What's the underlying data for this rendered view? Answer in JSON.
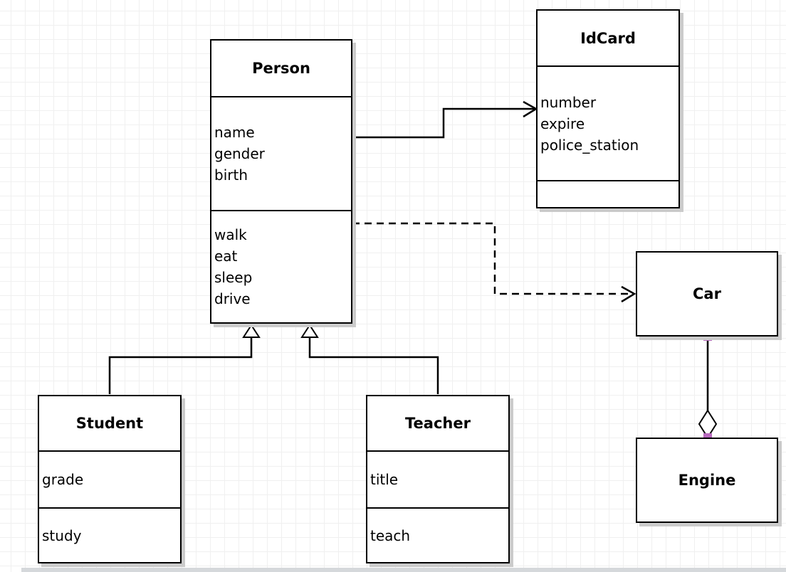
{
  "canvas": {
    "background": "#ffffff",
    "grid_color": "#f0f0f0",
    "scrollbar_color": "#d5d8db",
    "shadow_color": "#cbcbcb",
    "line_color": "#000000",
    "endpoint_handle_color": "#b86abe"
  },
  "classes": {
    "person": {
      "name": "Person",
      "attributes": [
        "name",
        "gender",
        "birth"
      ],
      "methods": [
        "walk",
        "eat",
        "sleep",
        "drive"
      ]
    },
    "idcard": {
      "name": "IdCard",
      "attributes": [
        "number",
        "expire",
        "police_station"
      ],
      "methods": []
    },
    "car": {
      "name": "Car",
      "attributes": [],
      "methods": []
    },
    "engine": {
      "name": "Engine",
      "attributes": [],
      "methods": []
    },
    "student": {
      "name": "Student",
      "attributes": [
        "grade"
      ],
      "methods": [
        "study"
      ]
    },
    "teacher": {
      "name": "Teacher",
      "attributes": [
        "title"
      ],
      "methods": [
        "teach"
      ]
    }
  },
  "relationships": [
    {
      "from": "Person",
      "to": "IdCard",
      "type": "association",
      "line": "solid",
      "arrow": "open-arrowhead"
    },
    {
      "from": "Person",
      "to": "Car",
      "type": "dependency",
      "line": "dashed",
      "arrow": "open-arrowhead"
    },
    {
      "from": "Student",
      "to": "Person",
      "type": "generalization",
      "line": "solid",
      "arrow": "hollow-triangle"
    },
    {
      "from": "Teacher",
      "to": "Person",
      "type": "generalization",
      "line": "solid",
      "arrow": "hollow-triangle"
    },
    {
      "from": "Car",
      "to": "Engine",
      "type": "aggregation",
      "line": "solid",
      "arrow": "hollow-diamond",
      "selected": true
    }
  ]
}
